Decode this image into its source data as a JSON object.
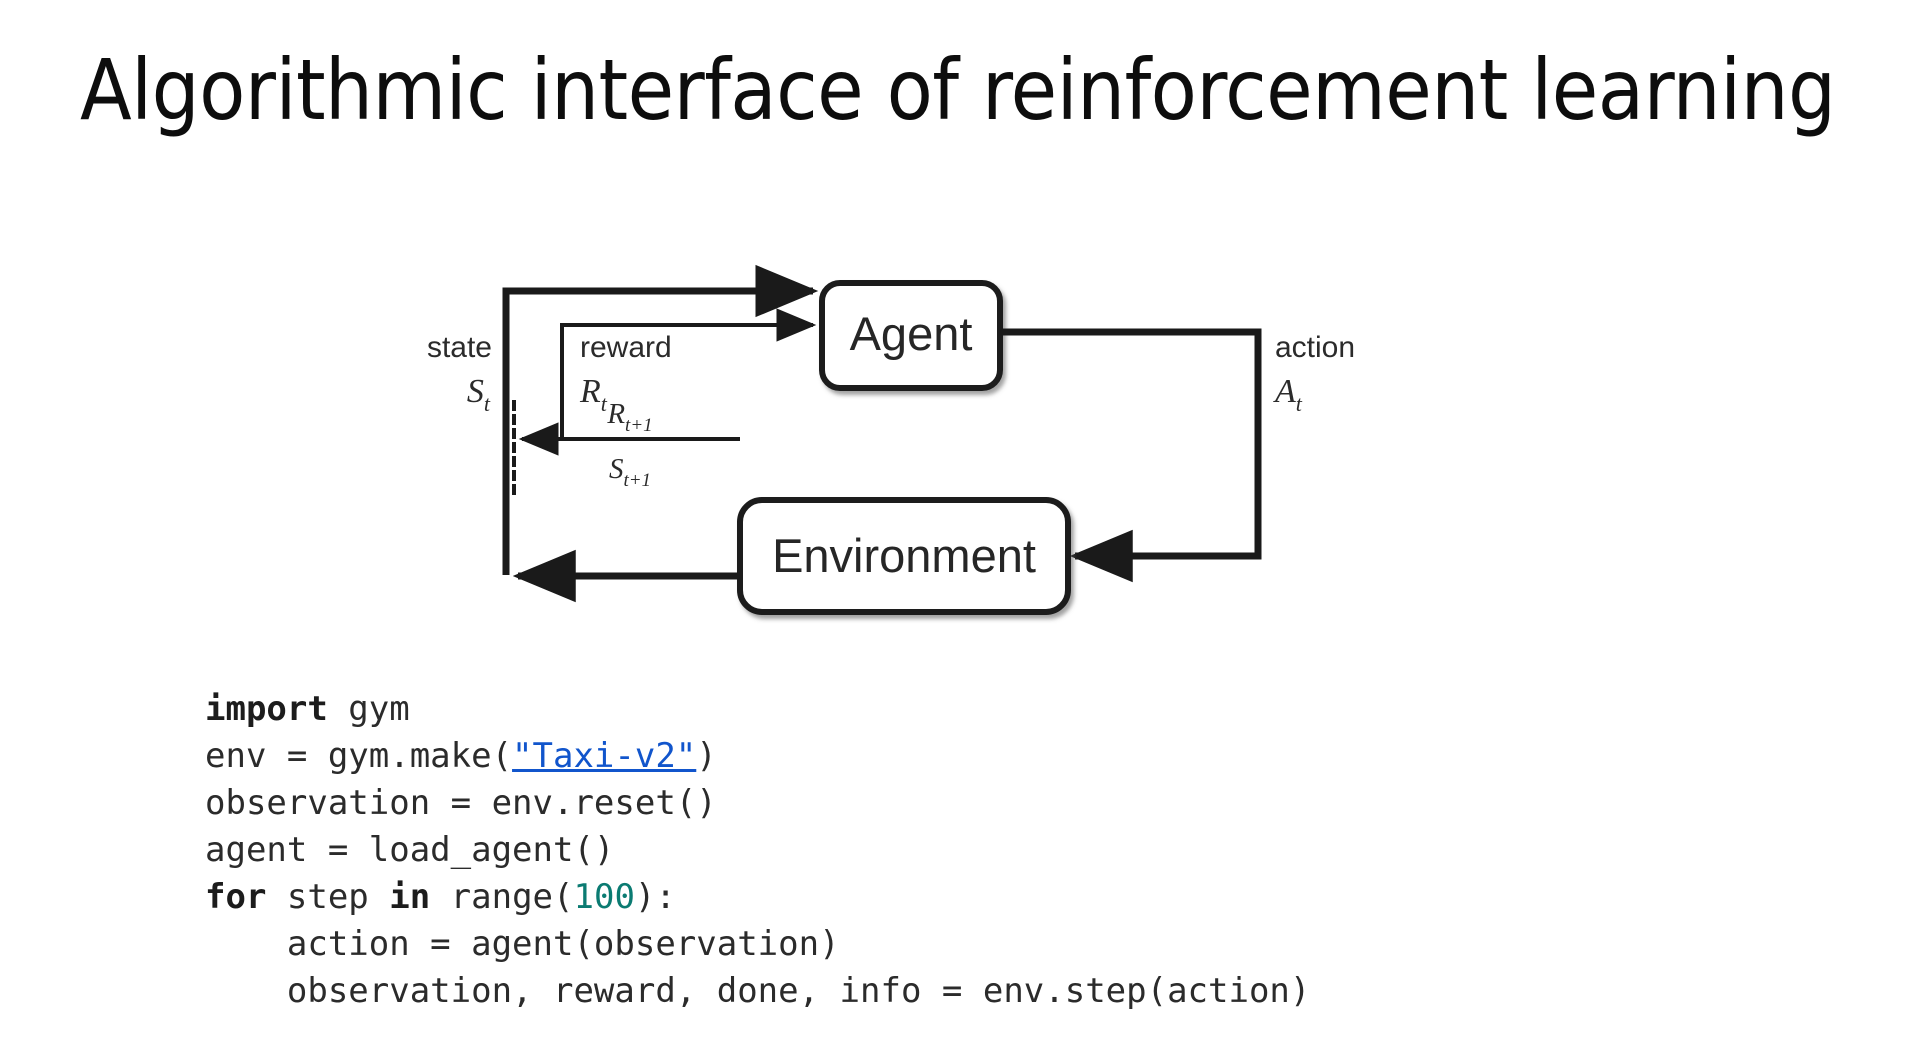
{
  "slide": {
    "title": "Algorithmic interface of reinforcement learning",
    "background_color": "#ffffff",
    "title_color": "#0d0d0d"
  },
  "diagram": {
    "name": "reinforcement-learning-loop",
    "agent_label": "Agent",
    "environment_label": "Environment",
    "labels": {
      "state": "state",
      "state_symbol": "S",
      "state_subscript": "t",
      "reward": "reward",
      "reward_symbol": "R",
      "reward_subscript": "t",
      "action": "action",
      "action_symbol": "A",
      "action_subscript": "t",
      "reward_next_symbol": "R",
      "reward_next_subscript": "t+1",
      "state_next_symbol": "S",
      "state_next_subscript": "t+1"
    },
    "stroke_color": "#1a1a1a",
    "box_fill": "#ffffff"
  },
  "code": {
    "language": "python",
    "keyword_color": "#1c1c1c",
    "number_color": "#0b7b72",
    "link_color": "#1155cc",
    "text_color": "#2b2b2b",
    "lines": [
      {
        "id": "line-1",
        "tokens": [
          {
            "t": "import",
            "c": "kw"
          },
          {
            "t": " gym",
            "c": ""
          }
        ]
      },
      {
        "id": "line-2",
        "tokens": [
          {
            "t": "env = gym.make(",
            "c": ""
          },
          {
            "t": "\"Taxi-v2\"",
            "c": "link"
          },
          {
            "t": ")",
            "c": ""
          }
        ]
      },
      {
        "id": "line-3",
        "tokens": [
          {
            "t": "observation = env.reset()",
            "c": ""
          }
        ]
      },
      {
        "id": "line-4",
        "tokens": [
          {
            "t": "agent = load_agent()",
            "c": ""
          }
        ]
      },
      {
        "id": "line-5",
        "tokens": [
          {
            "t": "for",
            "c": "kw"
          },
          {
            "t": " step ",
            "c": ""
          },
          {
            "t": "in",
            "c": "kw"
          },
          {
            "t": " range(",
            "c": ""
          },
          {
            "t": "100",
            "c": "num"
          },
          {
            "t": "):",
            "c": ""
          }
        ]
      },
      {
        "id": "line-6",
        "tokens": [
          {
            "t": "    action = agent(observation)",
            "c": ""
          }
        ]
      },
      {
        "id": "line-7",
        "tokens": [
          {
            "t": "    observation, reward, done, info = env.step(action)",
            "c": ""
          }
        ]
      }
    ]
  }
}
